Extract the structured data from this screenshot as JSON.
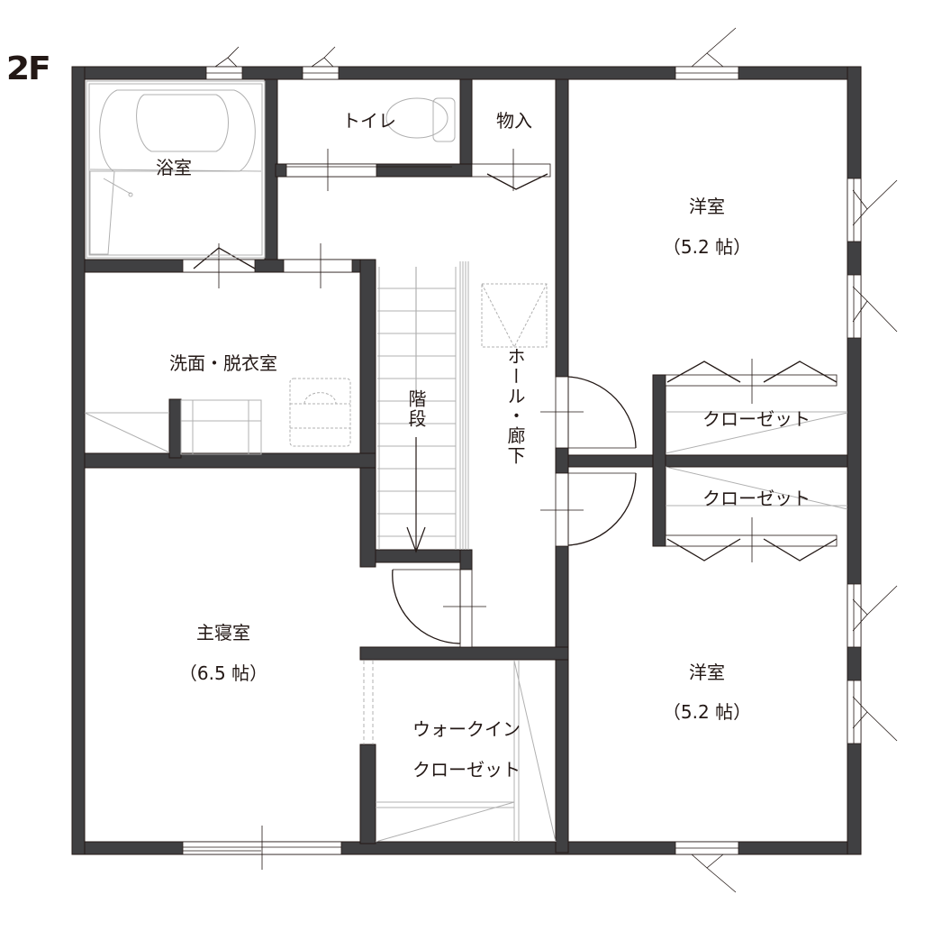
{
  "floor": {
    "label": "2F"
  },
  "colors": {
    "wall": "#404042",
    "line": "#231815",
    "fixture": "#b0b0b0",
    "background": "#ffffff"
  },
  "rooms": [
    {
      "id": "bathroom",
      "name": "浴室",
      "size": ""
    },
    {
      "id": "toilet",
      "name": "トイレ",
      "size": ""
    },
    {
      "id": "storage",
      "name": "物入",
      "size": ""
    },
    {
      "id": "western-room-north",
      "name": "洋室",
      "size": "（5.2 帖）"
    },
    {
      "id": "washroom",
      "name": "洗面・脱衣室",
      "size": ""
    },
    {
      "id": "stairs",
      "name": "階段",
      "size": ""
    },
    {
      "id": "hall-corridor",
      "name": "ホール・廊下",
      "size": ""
    },
    {
      "id": "closet-north",
      "name": "クローゼット",
      "size": ""
    },
    {
      "id": "closet-south",
      "name": "クローゼット",
      "size": ""
    },
    {
      "id": "master-bedroom",
      "name": "主寝室",
      "size": "（6.5 帖）"
    },
    {
      "id": "walk-in-closet",
      "name": "ウォークイン",
      "name2": "クローゼット",
      "size": ""
    },
    {
      "id": "western-room-south",
      "name": "洋室",
      "size": "（5.2 帖）"
    }
  ]
}
